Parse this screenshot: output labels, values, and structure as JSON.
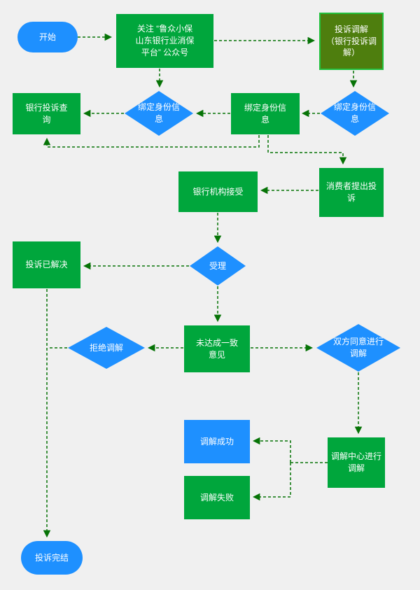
{
  "diagram": {
    "type": "flowchart",
    "topic": "银行投诉调解流程"
  },
  "colors": {
    "background": "#f0f0f0",
    "node_green": "#00a63c",
    "node_blue": "#1e90ff",
    "node_olive_fill": "#4e7e0e",
    "node_olive_border": "#22c13e",
    "connector_green": "#067306",
    "text": "#ffffff"
  },
  "nodes": {
    "start": {
      "label": "开始",
      "shape": "rounded",
      "color": "blue"
    },
    "follow_account": {
      "label": "关注 “鲁众小保\n山东银行业消保\n平台” 公众号",
      "shape": "rect",
      "color": "green"
    },
    "complaint_mediation": {
      "label": "投诉调解\n（银行投诉调\n解）",
      "shape": "rect",
      "color": "olive"
    },
    "bank_complaint_query": {
      "label": "银行投诉查\n询",
      "shape": "rect",
      "color": "green"
    },
    "bind_identity_left": {
      "label": "绑定身份信\n息",
      "shape": "diamond",
      "color": "blue"
    },
    "bind_identity_mid": {
      "label": "绑定身份信\n息",
      "shape": "rect",
      "color": "green"
    },
    "bind_identity_right": {
      "label": "绑定身份信\n息",
      "shape": "diamond",
      "color": "blue"
    },
    "bank_accepts": {
      "label": "银行机构接受",
      "shape": "rect",
      "color": "green"
    },
    "consumer_complaint": {
      "label": "消费者提出投\n诉",
      "shape": "rect",
      "color": "green"
    },
    "complaint_resolved": {
      "label": "投诉已解决",
      "shape": "rect",
      "color": "green"
    },
    "accept": {
      "label": "受理",
      "shape": "diamond",
      "color": "blue"
    },
    "refuse_mediation": {
      "label": "拒绝调解",
      "shape": "diamond",
      "color": "blue"
    },
    "no_agreement": {
      "label": "未达成一致\n意见",
      "shape": "rect",
      "color": "green"
    },
    "both_agree": {
      "label": "双方同意进行\n调解",
      "shape": "diamond",
      "color": "blue"
    },
    "mediation_success": {
      "label": "调解成功",
      "shape": "rect",
      "color": "blue"
    },
    "mediation_center": {
      "label": "调解中心进行\n调解",
      "shape": "rect",
      "color": "green"
    },
    "mediation_failed": {
      "label": "调解失败",
      "shape": "rect",
      "color": "green"
    },
    "complaint_closed": {
      "label": "投诉完结",
      "shape": "rounded",
      "color": "blue"
    }
  }
}
